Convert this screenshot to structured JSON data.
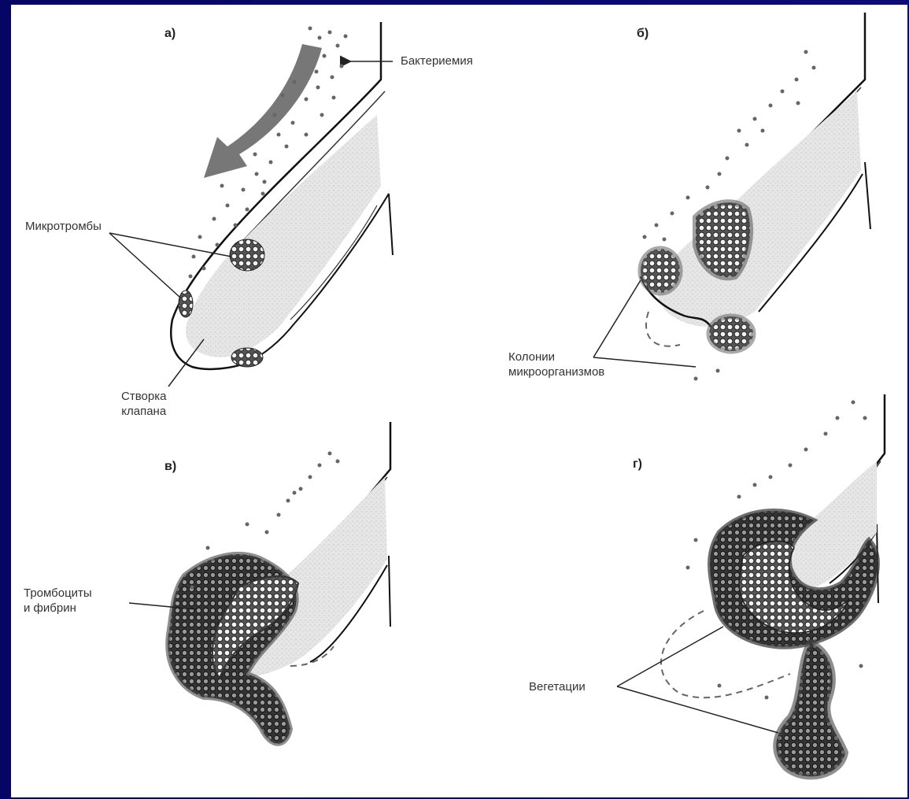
{
  "panels": {
    "a": {
      "letter": "а)"
    },
    "b": {
      "letter": "б)"
    },
    "v": {
      "letter": "в)"
    },
    "g": {
      "letter": "г)"
    }
  },
  "labels": {
    "bacteremia": "Бактериемия",
    "microthrombi": "Микротромбы",
    "valve_leaflet_line1": "Створка",
    "valve_leaflet_line2": "клапана",
    "colonies_line1": "Колонии",
    "colonies_line2": "микроорганизмов",
    "platelets_line1": "Тромбоциты",
    "platelets_line2": "и фибрин",
    "vegetations": "Вегетации"
  }
}
